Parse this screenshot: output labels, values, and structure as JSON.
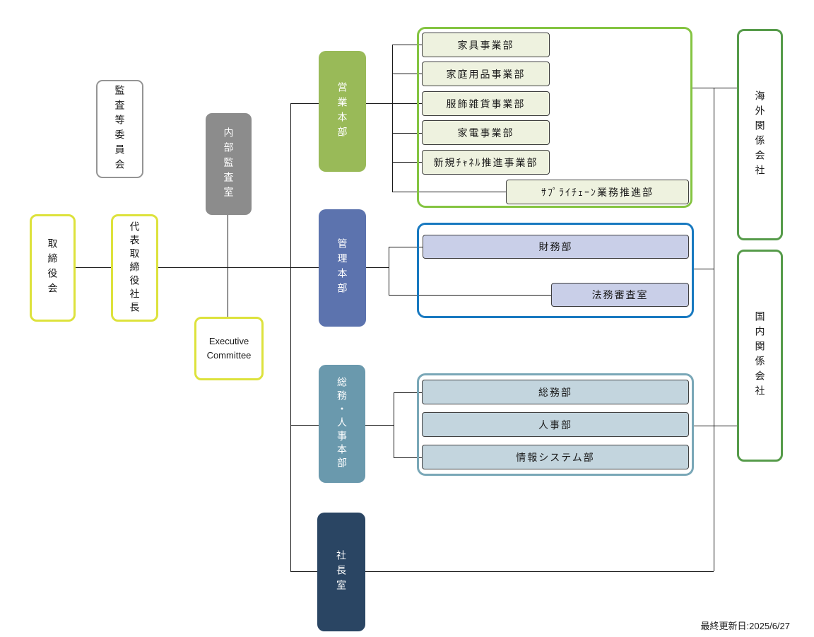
{
  "chart": {
    "type": "org-chart",
    "governance": {
      "audit_committee": "監査等委員会",
      "internal_audit": "内部監査室",
      "board": "取締役会",
      "president": "代表取締役社長",
      "executive_committee": "Executive Committee"
    },
    "divisions": {
      "sales_hq": {
        "label": "営業本部",
        "departments": [
          "家具事業部",
          "家庭用品事業部",
          "服飾雑貨事業部",
          "家電事業部",
          "新規ﾁｬﾈﾙ推進事業部",
          "ｻﾌﾟﾗｲﾁｪｰﾝ業務推進部"
        ]
      },
      "admin_hq": {
        "label": "管理本部",
        "departments": [
          "財務部",
          "法務審査室"
        ]
      },
      "ga_hr_hq": {
        "label": "総務・人事本部",
        "departments": [
          "総務部",
          "人事部",
          "情報システム部"
        ]
      },
      "president_office": {
        "label": "社長室"
      }
    },
    "affiliates": {
      "overseas": "海外関係会社",
      "domestic": "国内関係会社"
    },
    "footer": {
      "last_updated": "最終更新日:2025/6/27"
    },
    "colors": {
      "sales_hq_fill": "#99ba58",
      "admin_hq_fill": "#5c73ae",
      "ga_hr_hq_fill": "#6a99ad",
      "president_office_fill": "#2a4563",
      "internal_audit_fill": "#8c8c8c",
      "audit_committee_border": "#949494",
      "yellow_border": "#dde23c",
      "sales_container_border": "#84c441",
      "admin_container_border": "#1879c0",
      "ga_hr_container_border": "#79a7b7",
      "affiliate_border": "#569b4a",
      "sales_dept_fill": "#eef2df",
      "admin_dept_fill": "#c9cfe8",
      "ga_hr_dept_fill": "#c3d5de",
      "connector": "#1a1a1a"
    }
  }
}
